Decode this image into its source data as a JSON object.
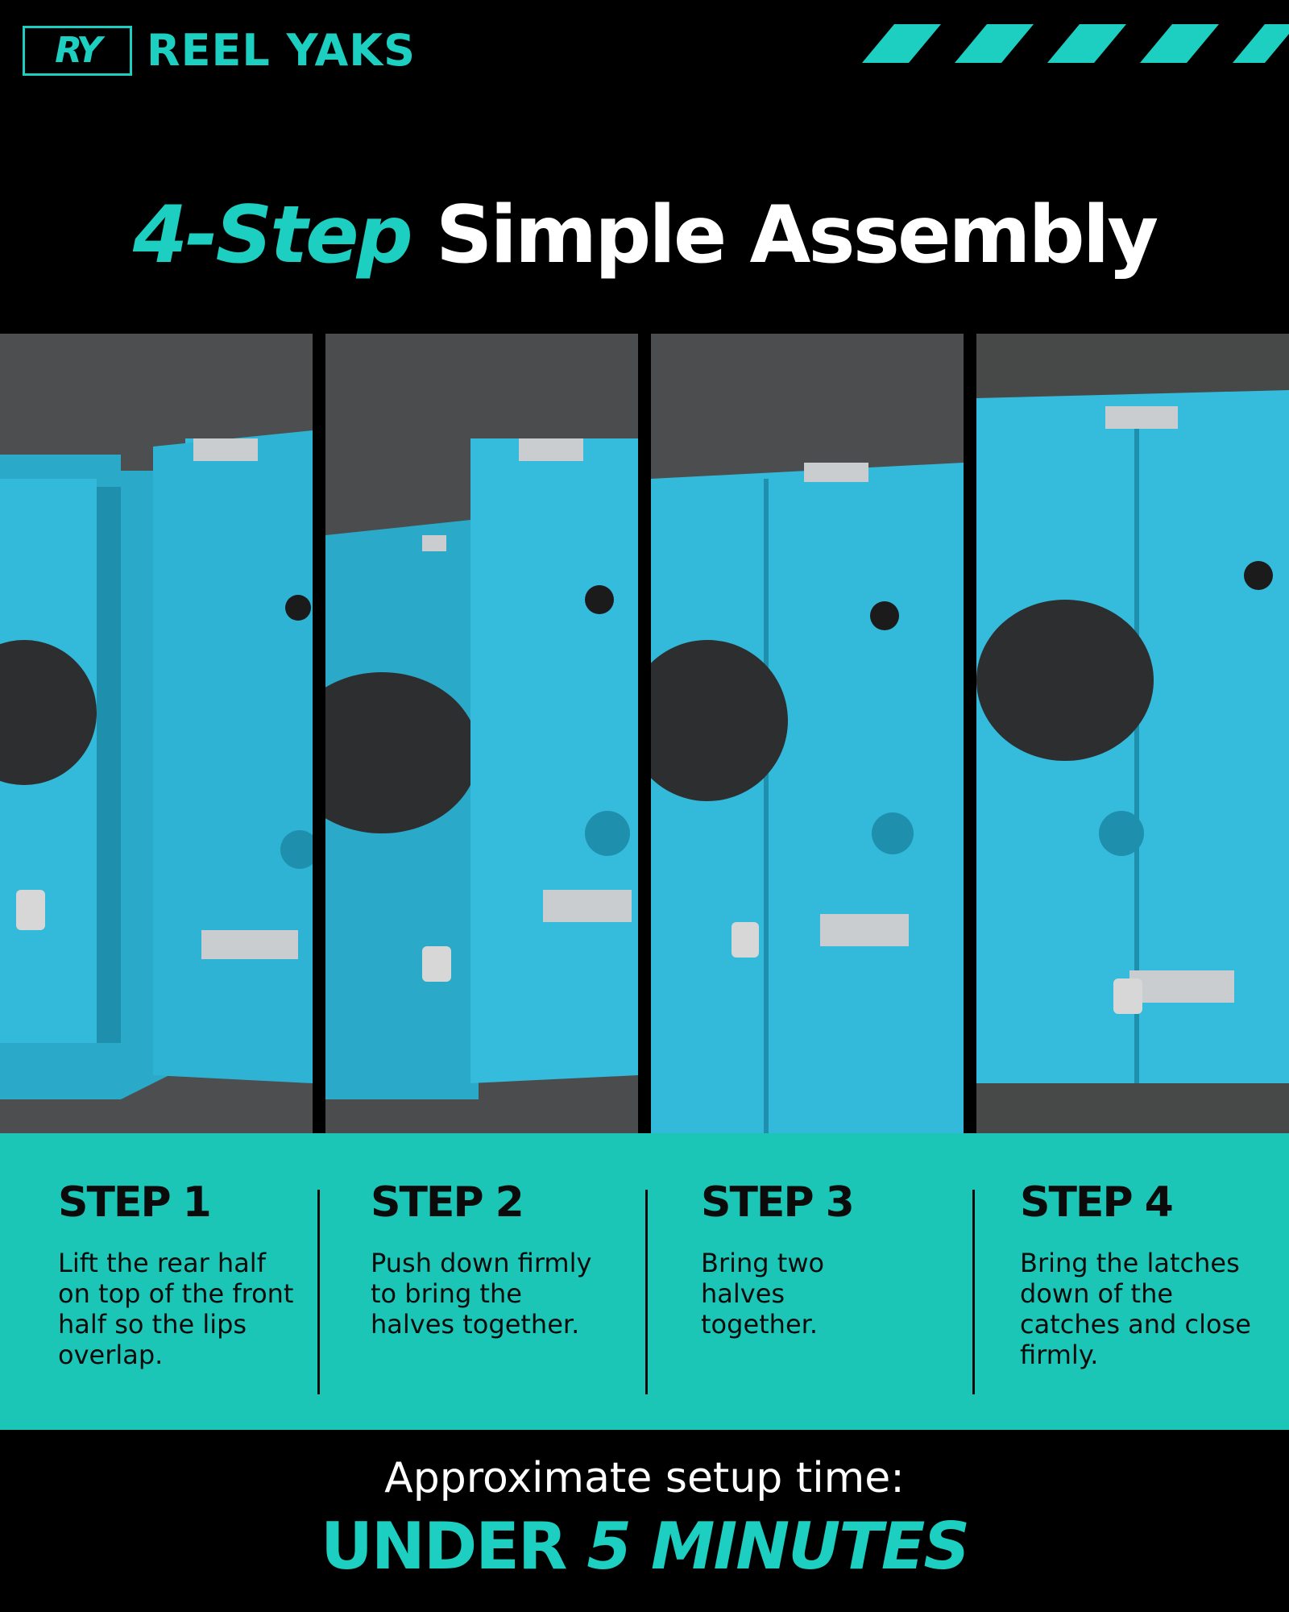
{
  "brand": {
    "monogram": "RY",
    "name": "REEL YAKS"
  },
  "title": {
    "accent": "4-Step",
    "rest": "Simple Assembly"
  },
  "colors": {
    "accent": "#1ccfc1",
    "band": "#1cc6b6",
    "kayak": "#2bb7d6",
    "background": "#000000"
  },
  "steps": [
    {
      "title": "STEP 1",
      "text": "Lift the rear half on top of the front half so the lips overlap."
    },
    {
      "title": "STEP 2",
      "text": "Push down firmly to bring the halves together."
    },
    {
      "title": "STEP 3",
      "text": "Bring two halves together."
    },
    {
      "title": "STEP 4",
      "text": "Bring the latches down of the catches and close firmly."
    }
  ],
  "footer": {
    "label": "Approximate setup time:",
    "value_a": "UNDER",
    "value_b": "5 MINUTES"
  }
}
